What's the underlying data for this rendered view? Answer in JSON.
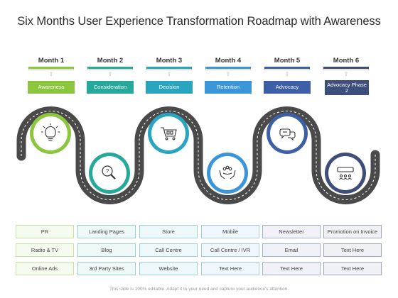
{
  "title": "Six Months User Experience Transformation Roadmap with Awareness",
  "months": [
    {
      "label": "Month 1",
      "color": "#8cc63f"
    },
    {
      "label": "Month 2",
      "color": "#26a99a"
    },
    {
      "label": "Month 3",
      "color": "#2aa5c0"
    },
    {
      "label": "Month 4",
      "color": "#3b95d9"
    },
    {
      "label": "Month 5",
      "color": "#3c5fa8"
    },
    {
      "label": "Month 6",
      "color": "#3d4e7a"
    }
  ],
  "stages": [
    "Awareness",
    "Consideration",
    "Decision",
    "Retention",
    "Advocacy",
    "Advocacy Phase 2"
  ],
  "icons": [
    "lightbulb-icon",
    "magnifier-icon",
    "shopping-cart-icon",
    "hands-people-icon",
    "chat-bubbles-icon",
    "team-chat-icon"
  ],
  "table": [
    [
      "PR",
      "Landing Pages",
      "Store",
      "Mobile",
      "Newsletter",
      "Promotion on Invoice"
    ],
    [
      "Radio & TV",
      "Blog",
      "Call Centre",
      "Call Centre / IVR",
      "Email",
      "Text Here"
    ],
    [
      "Online Ads",
      "3rd Party Sites",
      "Website",
      "Text Here",
      "Text Here",
      "Text Here"
    ]
  ],
  "footer": "This slide is 100% editable. Adapt it to your need and capture your audience's attention."
}
